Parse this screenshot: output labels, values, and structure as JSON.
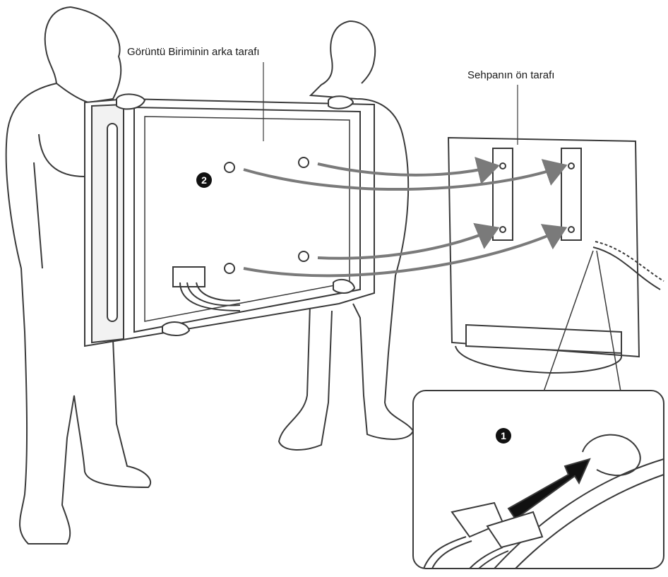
{
  "labels": {
    "display_rear": "Görüntü Biriminin arka tarafı",
    "stand_front": "Sehpanın ön tarafı"
  },
  "steps": {
    "step1": "1",
    "step2": "2"
  },
  "colors": {
    "line": "#3a3a3a",
    "arrow": "#7a7a7a",
    "panel_fill": "#f2f2f2",
    "badge": "#111111"
  }
}
